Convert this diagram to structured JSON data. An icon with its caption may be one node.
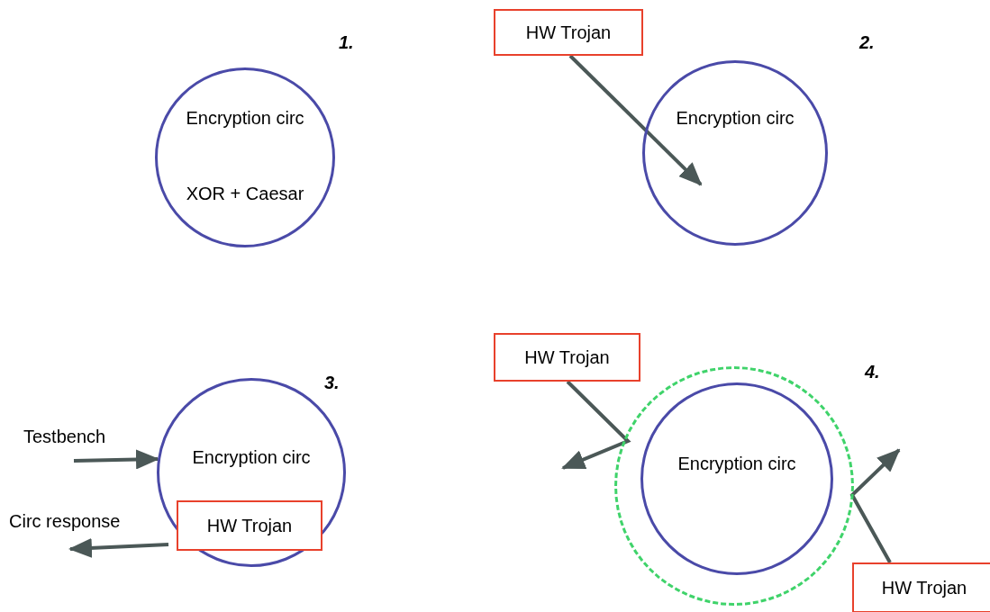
{
  "diagram": {
    "nodes": [
      {
        "text": [
          "Encryption circ",
          "XOR + Caesar"
        ]
      },
      {
        "text": [
          "HW Trojan"
        ]
      },
      {
        "text": [
          "Encryption circ"
        ]
      },
      {
        "text": [
          "Testbench"
        ]
      },
      {
        "text": [
          "Encryption circ"
        ]
      },
      {
        "text": [
          "HW Trojan"
        ],
        "in": 4
      },
      {
        "text": [
          "Circ response"
        ]
      },
      {
        "text": [
          "HW Trojan"
        ]
      },
      {
        "text": [],
        "shape": "circle"
      },
      {
        "text": [
          "Encryption circ"
        ],
        "in": 8
      },
      {
        "text": [
          "HW Trojan"
        ]
      }
    ],
    "edges": [
      {
        "from": 1,
        "to": 2,
        "arrow": "to"
      },
      {
        "from": 3,
        "to": 4,
        "arrow": "to"
      },
      {
        "from": 4,
        "to": 6,
        "arrow": "to"
      },
      {
        "from": 7,
        "to": null,
        "arrow": "to"
      },
      {
        "from": 10,
        "to": null,
        "arrow": "to"
      }
    ],
    "labels": [
      "1.",
      "2.",
      "3.",
      "4."
    ]
  }
}
